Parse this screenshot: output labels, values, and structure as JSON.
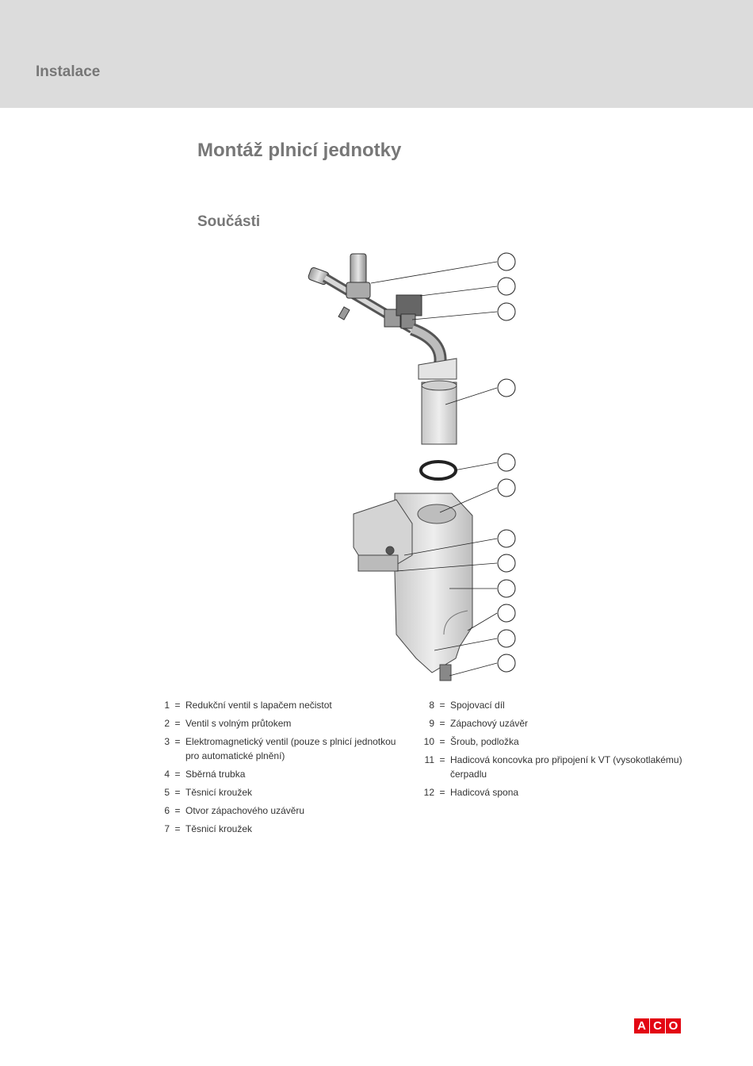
{
  "header": {
    "section": "Instalace"
  },
  "page": {
    "title": "Montáž plnicí jednotky",
    "subtitle": "Součásti"
  },
  "legend": {
    "left": [
      {
        "num": "1",
        "eq": "=",
        "text": "Redukční ventil s lapačem nečistot"
      },
      {
        "num": "2",
        "eq": "=",
        "text": "Ventil s volným průtokem"
      },
      {
        "num": "3",
        "eq": "=",
        "text": "Elektromagnetický ventil (pouze s plnicí jednotkou pro automatické plnění)"
      },
      {
        "num": "4",
        "eq": "=",
        "text": "Sběrná trubka"
      },
      {
        "num": "5",
        "eq": "=",
        "text": "Těsnicí kroužek"
      },
      {
        "num": "6",
        "eq": "=",
        "text": "Otvor zápachového uzávěru"
      },
      {
        "num": "7",
        "eq": "=",
        "text": "Těsnicí kroužek"
      }
    ],
    "right": [
      {
        "num": "8",
        "eq": "=",
        "text": "Spojovací díl"
      },
      {
        "num": "9",
        "eq": "=",
        "text": "Zápachový uzávěr"
      },
      {
        "num": "10",
        "eq": "=",
        "text": "Šroub, podložka"
      },
      {
        "num": "11",
        "eq": "=",
        "text": "Hadicová koncovka pro připojení k VT (vysokotlakému) čerpadlu"
      },
      {
        "num": "12",
        "eq": "=",
        "text": "Hadicová spona"
      }
    ]
  },
  "logo": {
    "letters": [
      "A",
      "C",
      "O"
    ],
    "color": "#e30613"
  }
}
